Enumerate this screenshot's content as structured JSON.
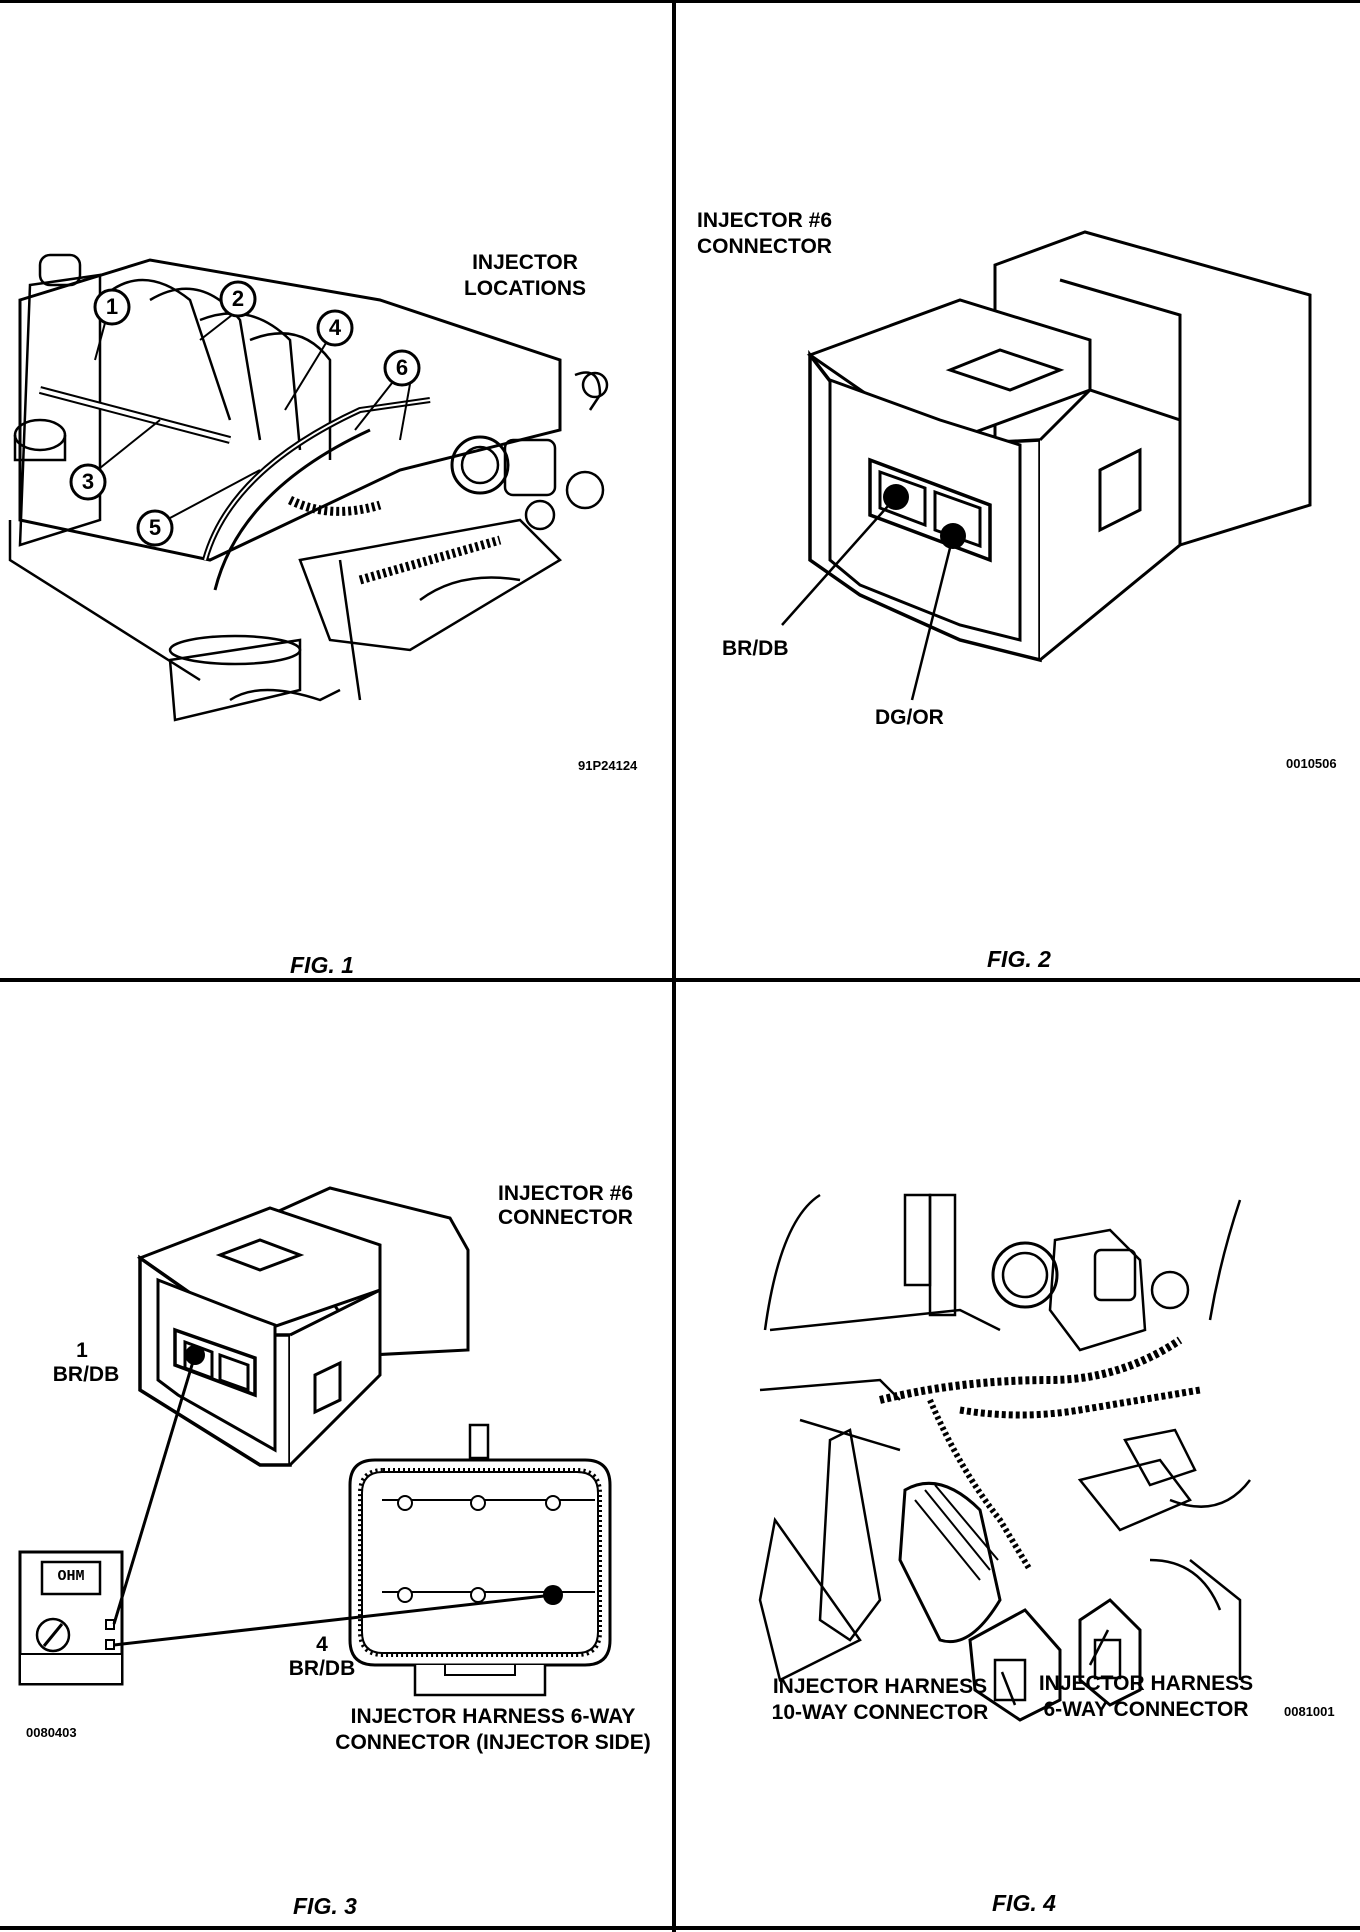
{
  "fig1": {
    "title_line1": "INJECTOR",
    "title_line2": "LOCATIONS",
    "callouts": [
      "1",
      "2",
      "3",
      "4",
      "5",
      "6"
    ],
    "code": "91P24124",
    "caption": "FIG. 1"
  },
  "fig2": {
    "title_line1": "INJECTOR #6",
    "title_line2": "CONNECTOR",
    "wire_a": "BR/DB",
    "wire_b": "DG/OR",
    "code": "0010506",
    "caption": "FIG. 2"
  },
  "fig3": {
    "title_line1": "INJECTOR #6",
    "title_line2": "CONNECTOR",
    "pin1_num": "1",
    "pin1_wire": "BR/DB",
    "pin4_num": "4",
    "pin4_wire": "BR/DB",
    "meter_display": "OHM",
    "harness_line1": "INJECTOR HARNESS 6-WAY",
    "harness_line2": "CONNECTOR (INJECTOR SIDE)",
    "code": "0080403",
    "caption": "FIG. 3"
  },
  "fig4": {
    "label_a_line1": "INJECTOR HARNESS",
    "label_a_line2": "10-WAY CONNECTOR",
    "label_b_line1": "INJECTOR HARNESS",
    "label_b_line2": "6-WAY CONNECTOR",
    "code": "0081001",
    "caption": "FIG. 4"
  }
}
